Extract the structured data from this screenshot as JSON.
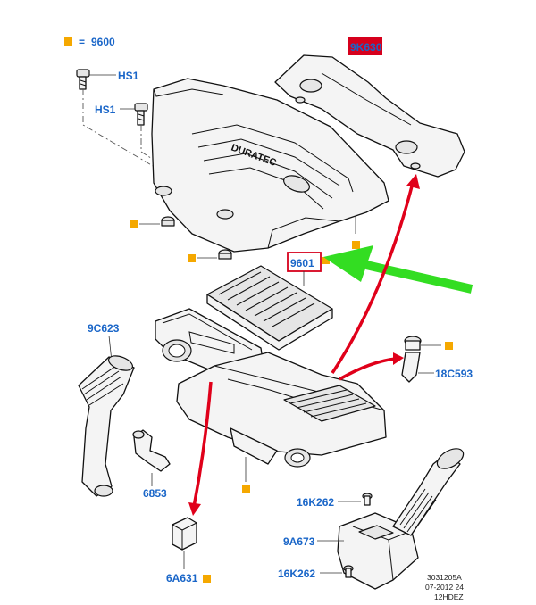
{
  "legend": {
    "equals": "=",
    "code": "9600"
  },
  "labels": {
    "bolt_top": "HS1",
    "bolt_second": "HS1",
    "engine_cover_highlight": "9K630",
    "air_filter": "9601",
    "intake_hose": "9C623",
    "vacuum_hose": "6853",
    "sensor": "18C593",
    "screw_top": "16K262",
    "resonator": "9A673",
    "screw_bottom": "16K262",
    "bracket": "6A631"
  },
  "cover_logo_text": "DURATEC",
  "reference": {
    "line1": "3031205A",
    "line2": "07-2012 24",
    "line3": "12HDEZ"
  },
  "colors": {
    "label_blue": "#1a66c8",
    "marker_orange": "#f5a800",
    "highlight_red": "#d6001c",
    "arrow_red": "#e0001a",
    "arrow_green": "#33dd22"
  }
}
